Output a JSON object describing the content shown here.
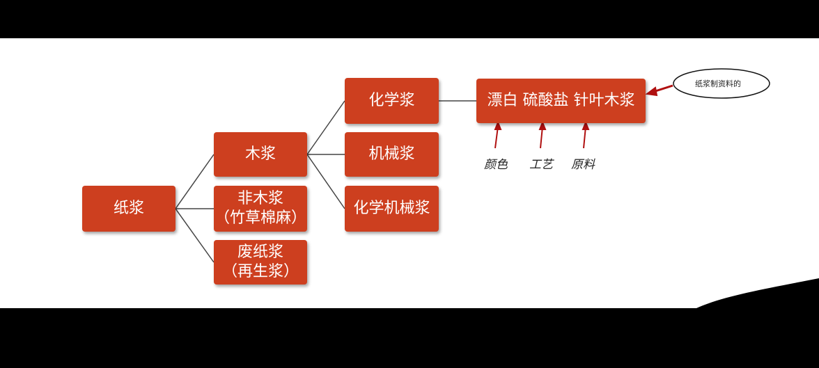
{
  "diagram": {
    "root": "纸浆",
    "level1": {
      "wood": "木浆",
      "nonwood": [
        "非木浆",
        "（竹草棉麻）"
      ],
      "waste": [
        "废纸浆",
        "（再生浆）"
      ]
    },
    "level2": {
      "chemical": "化学浆",
      "mechanical": "机械浆",
      "chemimechanical": "化学机械浆"
    },
    "product_label": "漂白 硫酸盐 针叶木浆",
    "annotations": {
      "color": "颜色",
      "process": "工艺",
      "material": "原料"
    },
    "callout": "纸浆制资料的"
  },
  "colors": {
    "box_fill": "#cd3f1f",
    "box_text": "#ffffff",
    "arrow": "#b01010",
    "connector": "#333333"
  }
}
